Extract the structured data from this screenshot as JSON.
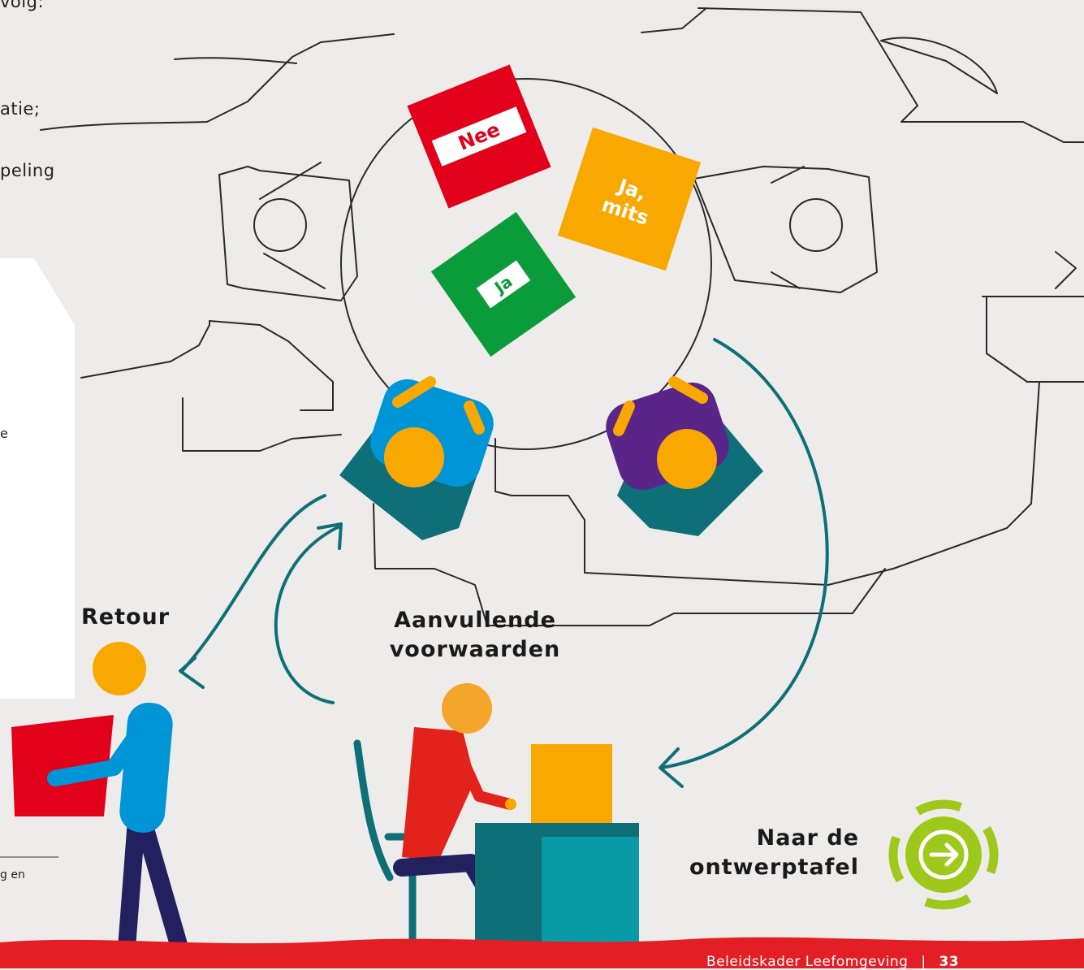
{
  "colors": {
    "background": "#eeecea",
    "nee": "#e3001b",
    "ja_mits": "#f9a800",
    "ja": "#0a9b3a",
    "teal": "#0e6f78",
    "person_blue": "#0095d6",
    "person_purple": "#5b2489",
    "skin": "#f9a800",
    "footer_red": "#e31e24",
    "arrow_green": "#9ec91c"
  },
  "page": {
    "fragments": [
      "volg:",
      "atie;",
      "peling"
    ],
    "sidebar_fragment": "e",
    "footnote_fragment": "g en"
  },
  "cards": {
    "nee": "Nee",
    "ja_mits_line1": "Ja,",
    "ja_mits_line2": "mits",
    "ja": "Ja"
  },
  "labels": {
    "retour": "Retour",
    "aanvullende_line1": "Aanvullende",
    "aanvullende_line2": "voorwaarden",
    "naar_line1": "Naar de",
    "naar_line2": "ontwerptafel"
  },
  "icons": {
    "next": "arrow-right-icon"
  },
  "footer": {
    "publication": "Beleidskader Leefomgeving",
    "separator": "|",
    "page_number": "33"
  }
}
